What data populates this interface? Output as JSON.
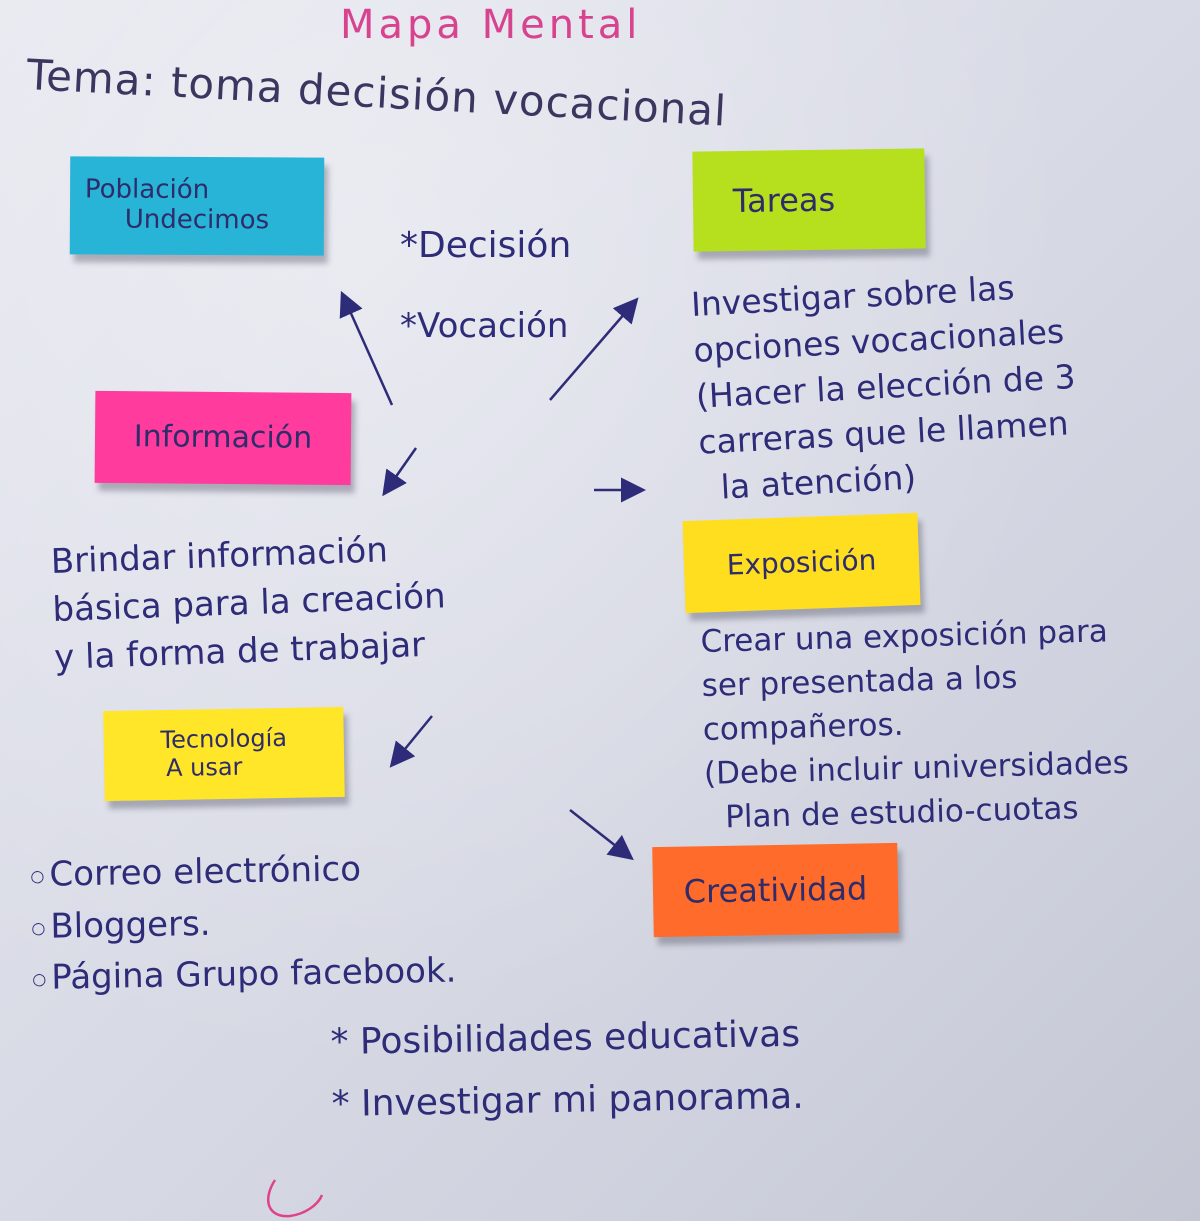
{
  "title": "Mapa Mental",
  "topic": "Tema: toma decisión vocacional",
  "center": [
    "*Decisión",
    "*Vocación"
  ],
  "notes": {
    "poblacion": [
      "Población",
      "Undecimos"
    ],
    "informacion": "Información",
    "tecnologia": [
      "Tecnología",
      "A usar"
    ],
    "tareas": "Tareas",
    "exposicion": "Exposición",
    "creatividad": "Creatividad"
  },
  "informacion_text": [
    "Brindar información",
    "básica para la creación",
    "y la forma de trabajar"
  ],
  "tareas_text": [
    "Investigar sobre las",
    "opciones vocacionales",
    "(Hacer la elección de 3",
    "carreras que le llamen",
    "la atención)"
  ],
  "exposicion_text": [
    "Crear una exposición para",
    "ser presentada a los",
    "compañeros.",
    "(Debe incluir universidades",
    "Plan de estudio-cuotas"
  ],
  "tecnologia_items": [
    "Correo electrónico",
    "Bloggers.",
    "Página Grupo facebook."
  ],
  "bottom_items": [
    "* Posibilidades educativas",
    "* Investigar mi panorama."
  ],
  "colors": {
    "ink": "#2e2c78",
    "title": "#d8438f",
    "blue": "#27b4d6",
    "pink": "#ff3c9e",
    "yellow": "#ffe629",
    "lime": "#b6e01e",
    "orange": "#ff6b2a"
  }
}
